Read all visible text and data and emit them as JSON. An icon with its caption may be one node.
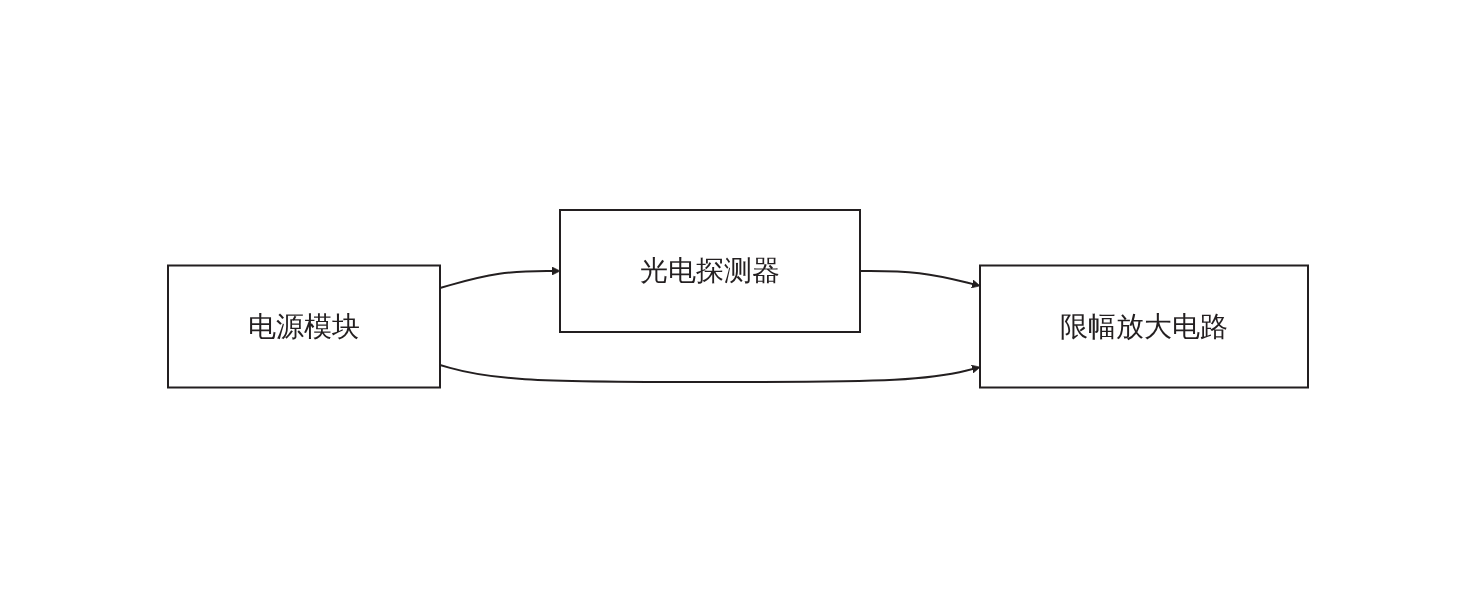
{
  "diagram": {
    "nodes": [
      {
        "text": [
          "光电探测器"
        ]
      },
      {
        "text": [
          "限幅放大电路"
        ]
      },
      {
        "text": [
          "电源模块"
        ]
      }
    ],
    "edges": [
      {
        "from": 0,
        "to": 1,
        "arrow": "to"
      },
      {
        "from": 2,
        "to": 0,
        "arrow": "to"
      },
      {
        "from": 2,
        "to": 1,
        "arrow": "to"
      }
    ]
  }
}
